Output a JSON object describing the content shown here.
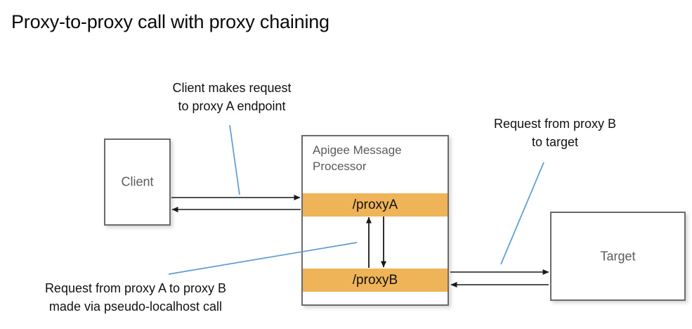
{
  "title": "Proxy-to-proxy call with proxy chaining",
  "nodes": {
    "client": {
      "label": "Client"
    },
    "target": {
      "label": "Target"
    },
    "message_processor": {
      "title": "Apigee Message Processor",
      "proxy_a": "/proxyA",
      "proxy_b": "/proxyB"
    }
  },
  "annotations": {
    "client_request": "Client makes request\nto proxy A endpoint",
    "proxyb_to_target": "Request from proxy B\nto target",
    "proxy_chaining": "Request from proxy A to proxy B\nmade via pseudo-localhost call"
  },
  "colors": {
    "proxy_band": "#efb358",
    "box_border": "#6b6b6b",
    "box_label": "#5b5b5b",
    "leader_line": "#5b9bd5",
    "arrow": "#1a1a1a",
    "title_text": "#0a0a0a"
  },
  "flows": [
    {
      "name": "client-to-proxya-request",
      "from": "client",
      "to": "proxyA",
      "direction": "right"
    },
    {
      "name": "proxya-to-client-response",
      "from": "proxyA",
      "to": "client",
      "direction": "left"
    },
    {
      "name": "proxya-to-proxyb-request",
      "from": "proxyA",
      "to": "proxyB",
      "direction": "down"
    },
    {
      "name": "proxyb-to-proxya-response",
      "from": "proxyB",
      "to": "proxyA",
      "direction": "up"
    },
    {
      "name": "proxyb-to-target-request",
      "from": "proxyB",
      "to": "target",
      "direction": "right"
    },
    {
      "name": "target-to-proxyb-response",
      "from": "target",
      "to": "proxyB",
      "direction": "left"
    }
  ]
}
